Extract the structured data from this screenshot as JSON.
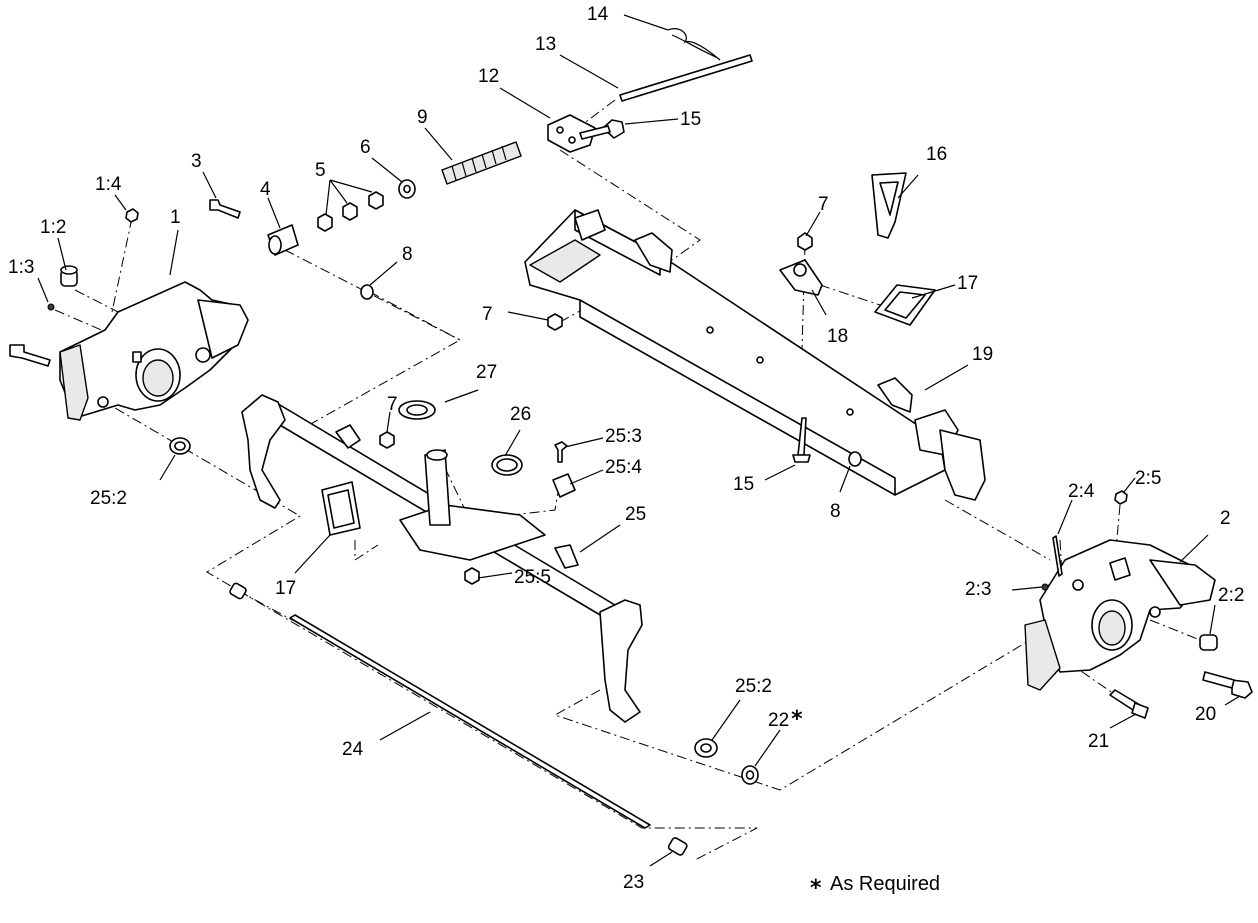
{
  "callouts": {
    "c1": "1",
    "c1_2": "1:2",
    "c1_3": "1:3",
    "c1_4": "1:4",
    "c2": "2",
    "c2_2": "2:2",
    "c2_3": "2:3",
    "c2_4": "2:4",
    "c2_5": "2:5",
    "c3": "3",
    "c4": "4",
    "c5": "5",
    "c6": "6",
    "c7a": "7",
    "c7b": "7",
    "c7c": "7",
    "c8a": "8",
    "c8b": "8",
    "c9": "9",
    "c12": "12",
    "c13": "13",
    "c14": "14",
    "c15a": "15",
    "c15b": "15",
    "c16": "16",
    "c17a": "17",
    "c17b": "17",
    "c18": "18",
    "c19": "19",
    "c20": "20",
    "c21": "21",
    "c22": "22",
    "c23": "23",
    "c24": "24",
    "c25": "25",
    "c25_2a": "25:2",
    "c25_2b": "25:2",
    "c25_3": "25:3",
    "c25_4": "25:4",
    "c25_5": "25:5",
    "c26": "26",
    "c27": "27"
  },
  "note": {
    "star": "*",
    "text": "As Required"
  }
}
